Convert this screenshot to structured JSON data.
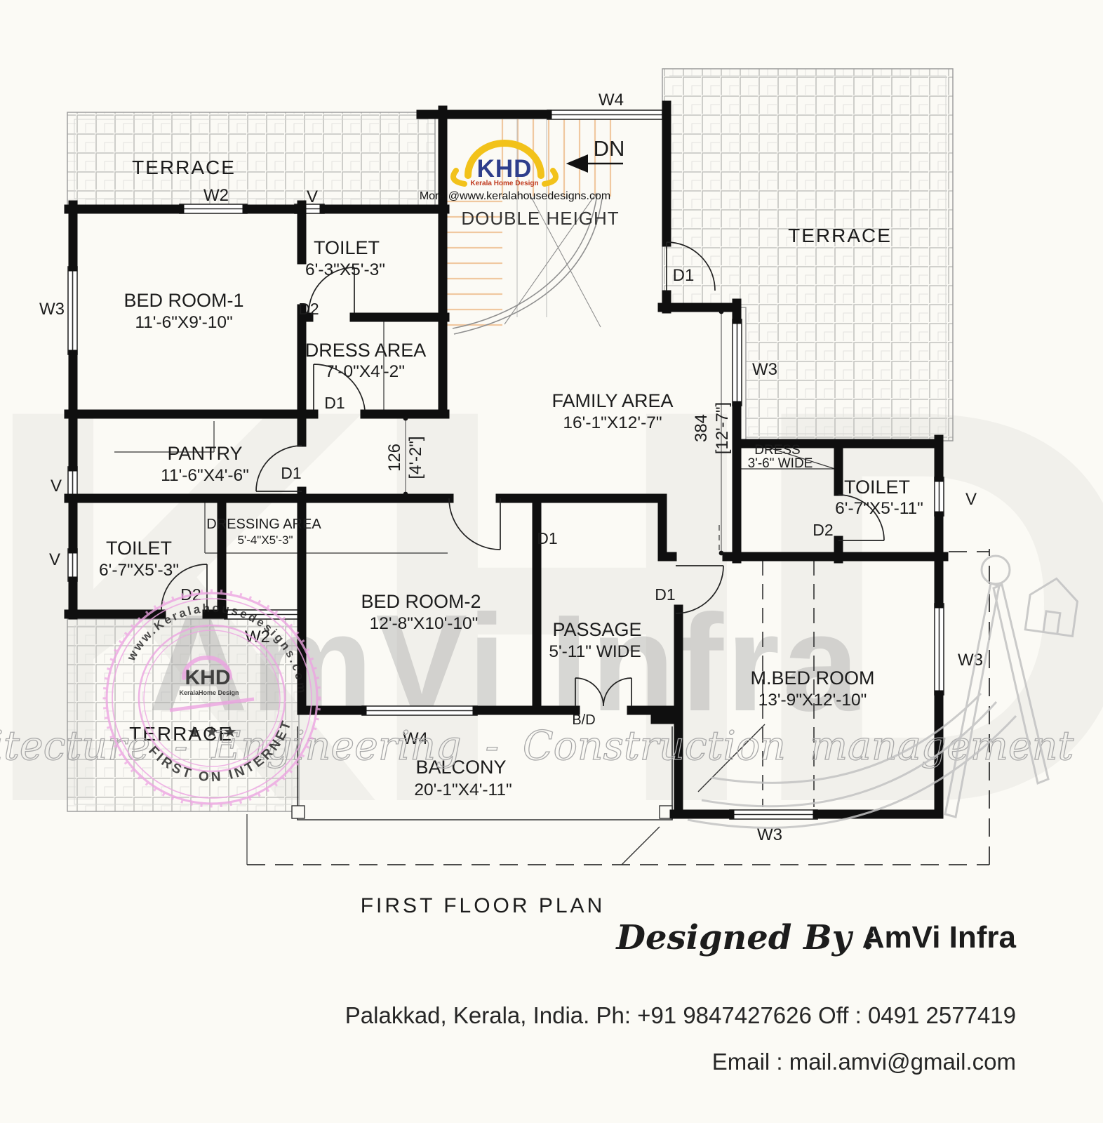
{
  "plan_title": "FIRST FLOOR PLAN",
  "rooms": {
    "terrace_tl": "TERRACE",
    "terrace_tr": "TERRACE",
    "terrace_bl": "TERRACE",
    "double_height": "DOUBLE HEIGHT",
    "stairs_down": "DN",
    "bedroom1": {
      "name": "BED ROOM-1",
      "size": "11'-6\"X9'-10\""
    },
    "toilet1": {
      "name": "TOILET",
      "size": "6'-3\"X5'-3\""
    },
    "dress_area": {
      "name": "DRESS AREA",
      "size": "7'-0\"X4'-2\""
    },
    "pantry": {
      "name": "PANTRY",
      "size": "11'-6\"X4'-6\""
    },
    "family": {
      "name": "FAMILY AREA",
      "size": "16'-1\"X12'-7\""
    },
    "dressing": {
      "name": "DRESSING AREA",
      "size": "5'-4\"X5'-3\""
    },
    "toilet_left": {
      "name": "TOILET",
      "size": "6'-7\"X5'-3\""
    },
    "dress_niche": {
      "name": "DRESS",
      "size": "3'-6\" WIDE"
    },
    "toilet_right": {
      "name": "TOILET",
      "size": "6'-7\"X5'-11\""
    },
    "bedroom2": {
      "name": "BED ROOM-2",
      "size": "12'-8\"X10'-10\""
    },
    "passage": {
      "name": "PASSAGE",
      "size": "5'-11\" WIDE"
    },
    "mbed": {
      "name": "M.BED ROOM",
      "size": "13'-9\"X12'-10\""
    },
    "balcony": {
      "name": "BALCONY",
      "size": "20'-1\"X4'-11\""
    }
  },
  "openings": {
    "w2_top": "W2",
    "v_top": "V",
    "w4_top": "W4",
    "d1_terrace": "D1",
    "w3_left": "W3",
    "d2_toilet1": "D2",
    "d1_dress": "D1",
    "d1_pantry": "D1",
    "v_left1": "V",
    "v_left2": "V",
    "d2_toilet_left": "D2",
    "w2_bottom_left": "W2",
    "d1_family": "D1",
    "w3_family": "W3",
    "d2_toilet_right": "D2",
    "v_right": "V",
    "d1_mbed": "D1",
    "bd_door": "B/D",
    "w4_balcony": "W4",
    "w3_mbed_right": "W3",
    "w3_mbed_bottom": "W3"
  },
  "dimensions": {
    "opening126": {
      "num": "126",
      "ft": "[4'-2\"]"
    },
    "family384": {
      "num": "384",
      "ft": "[12'-7\"]"
    }
  },
  "logo": {
    "khd": "KHD",
    "tag": "Kerala Home Design",
    "more": "More @www.keralahousedesigns.com"
  },
  "stamp": {
    "arc_top": "www.Keralahousedesigns.com",
    "arc_bottom": "FIRST ON INTERNET",
    "khd": "KHD",
    "tag": "KeralaHome Design",
    "stars": "★ ★ ★"
  },
  "watermark": {
    "ghost": "KHD",
    "brand": "AmVi Infra",
    "script": "Architecture - Engineering - Construction management"
  },
  "footer": {
    "designed_by": "Designed By :",
    "designer": "AmVi Infra",
    "contact": "Palakkad, Kerala, India.  Ph: +91 9847427626 Off : 0491 2577419",
    "email": "Email : mail.amvi@gmail.com"
  },
  "colors": {
    "pink": "#f5198c",
    "stamp_pink": "#eda4e2",
    "logo_yellow": "#f2c21a",
    "logo_navy": "#2e3e8c",
    "stair_tread": "#f0c8a0",
    "wall": "#0f0f0f"
  }
}
